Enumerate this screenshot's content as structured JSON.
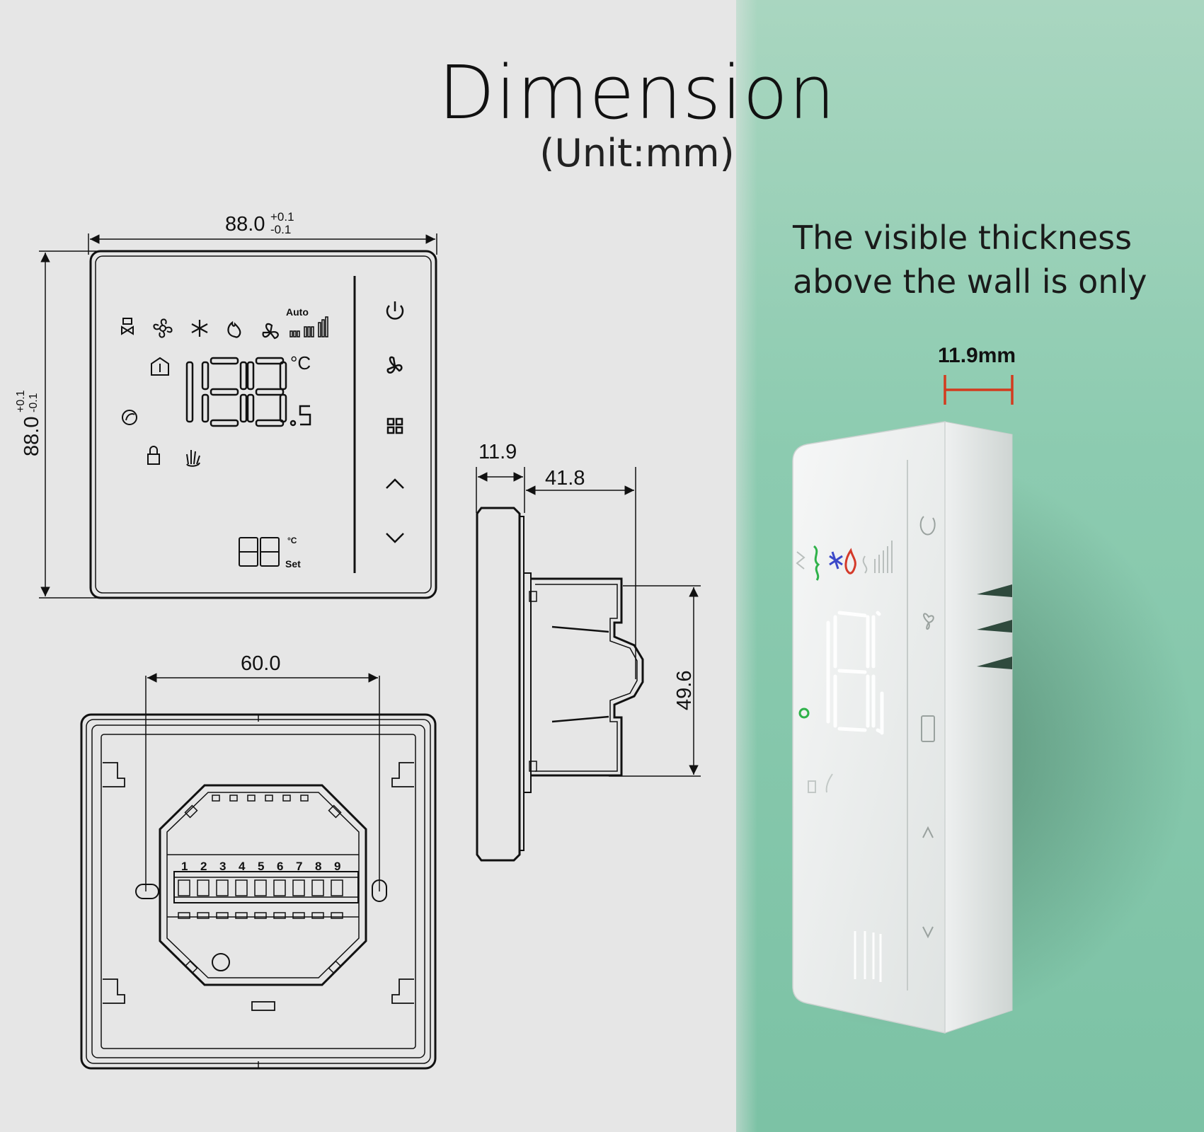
{
  "title": "Dimension",
  "subtitle": "(Unit:mm)",
  "thickness_note": {
    "line1": "The visible thickness",
    "line2": "above the wall is only"
  },
  "thickness_badge": "11.9mm",
  "front_view": {
    "width_label": "88.0",
    "width_tol_plus": "+0.1",
    "width_tol_minus": "-0.1",
    "height_label": "88.0",
    "height_tol_plus": "+0.1",
    "height_tol_minus": "-0.1",
    "display_digits": "188",
    "display_decimal": ".5",
    "unit": "°C",
    "auto_label": "Auto",
    "set_digits": "88",
    "set_unit": "°C",
    "set_label": "Set"
  },
  "side_view": {
    "front_depth": "11.9",
    "back_depth": "41.8",
    "box_height": "49.6"
  },
  "back_view": {
    "hole_spacing": "60.0",
    "terminals": [
      "1",
      "2",
      "3",
      "4",
      "5",
      "6",
      "7",
      "8",
      "9"
    ]
  },
  "colors": {
    "accent_red": "#d33b1e",
    "wall_green": "#8ccbb0",
    "line": "#111111"
  }
}
